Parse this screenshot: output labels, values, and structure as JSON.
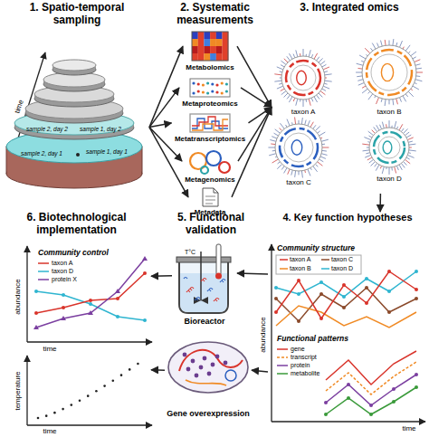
{
  "diagram": {
    "nodes": [
      {
        "text": [
          "1. Spatio-temporal sampling"
        ]
      },
      {
        "text": [
          "2. Systematic measurements"
        ]
      },
      {
        "text": [
          "Metabolomics"
        ],
        "in": 1
      },
      {
        "text": [
          "Metaproteomics"
        ],
        "in": 1
      },
      {
        "text": [
          "Metatranscriptomics"
        ],
        "in": 1
      },
      {
        "text": [
          "Metagenomics"
        ],
        "in": 1
      },
      {
        "text": [
          "Metadata"
        ],
        "in": 1
      },
      {
        "text": [
          "3. Integrated omics"
        ]
      },
      {
        "text": [
          "4. Key function hypotheses"
        ]
      },
      {
        "text": [
          "5. Functional validation"
        ]
      },
      {
        "text": [
          "Bioreactor"
        ],
        "in": 9
      },
      {
        "text": [
          "Gene overexpression"
        ],
        "in": 9
      },
      {
        "text": [
          "6. Biotechnological implementation"
        ]
      }
    ],
    "edges": [
      {
        "from": 0,
        "to": 2,
        "arrow": "to"
      },
      {
        "from": 0,
        "to": 3,
        "arrow": "to"
      },
      {
        "from": 0,
        "to": 4,
        "arrow": "to"
      },
      {
        "from": 0,
        "to": 5,
        "arrow": "to"
      },
      {
        "from": 0,
        "to": 6,
        "arrow": "to"
      },
      {
        "from": 2,
        "to": 7,
        "arrow": "to"
      },
      {
        "from": 3,
        "to": 7,
        "arrow": "to"
      },
      {
        "from": 4,
        "to": 7,
        "arrow": "to"
      },
      {
        "from": 5,
        "to": 7,
        "arrow": "to"
      },
      {
        "from": 6,
        "to": 7,
        "arrow": "to"
      },
      {
        "from": 7,
        "to": 8,
        "arrow": "to"
      },
      {
        "from": 8,
        "to": 10,
        "arrow": "to"
      },
      {
        "from": 8,
        "to": 11,
        "arrow": "to"
      },
      {
        "from": 10,
        "to": 12,
        "arrow": "to"
      },
      {
        "from": 11,
        "to": 12,
        "arrow": "to"
      }
    ],
    "labels": [
      "time",
      "sample 2, day 2",
      "sample 1, day 2",
      "sample 2, day 1",
      "sample 1, day 1",
      "taxon A",
      "taxon B",
      "taxon C",
      "taxon D",
      "Community structure",
      "taxon A",
      "taxon C",
      "taxon B",
      "taxon D",
      "Functional patterns",
      "gene",
      "transcript",
      "protein",
      "metabolite",
      "abundance",
      "time",
      "T°C",
      "Community control",
      "taxon A",
      "taxon D",
      "protein X",
      "abundance",
      "time",
      "temperature",
      "time"
    ]
  }
}
